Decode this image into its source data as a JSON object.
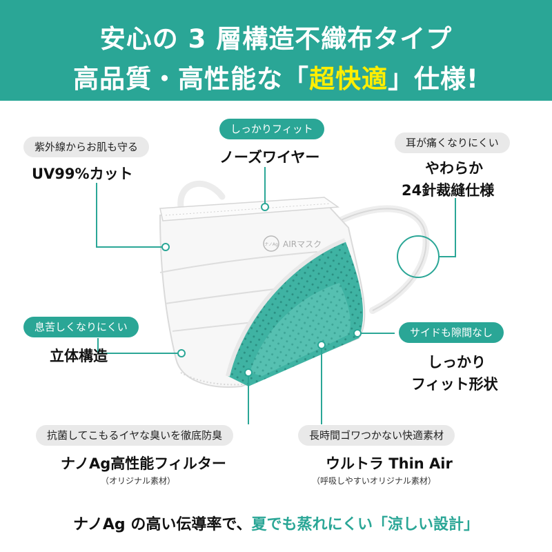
{
  "header": {
    "line1": "安心の 3 層構造不織布タイプ",
    "line2_pre": "高品質・高性能な「",
    "line2_highlight": "超快適",
    "line2_post": "」仕様!"
  },
  "callouts": {
    "uv": {
      "tag": "紫外線からお肌も守る",
      "title": "UV99%カット"
    },
    "wire": {
      "tag": "しっかりフィット",
      "title": "ノーズワイヤー"
    },
    "ear": {
      "tag": "耳が痛くなりにくい",
      "title_line1": "やわらか",
      "title_line2": "24針裁縫仕様"
    },
    "breath": {
      "tag": "息苦しくなりにくい",
      "title": "立体構造"
    },
    "side": {
      "tag": "サイドも隙間なし",
      "title_line1": "しっかり",
      "title_line2": "フィット形状"
    },
    "filter": {
      "tag": "抗菌してこもるイヤな臭いを徹底防臭",
      "title": "ナノAg高性能フィルター",
      "note": "（オリジナル素材）"
    },
    "thin": {
      "tag": "長時間ゴワつかない快適素材",
      "title": "ウルトラ Thin Air",
      "note": "（呼吸しやすいオリジナル素材）"
    }
  },
  "mask_logo_text": "AIRマスク",
  "mask_logo_badge": "ナノAg",
  "bottom": {
    "pre": "ナノAg の高い伝導率で、",
    "teal": "夏でも蒸れにくい「涼しい設計」"
  },
  "colors": {
    "teal": "#2aa696",
    "highlight": "#ffee00",
    "pill_gray": "#e9e9e9"
  }
}
